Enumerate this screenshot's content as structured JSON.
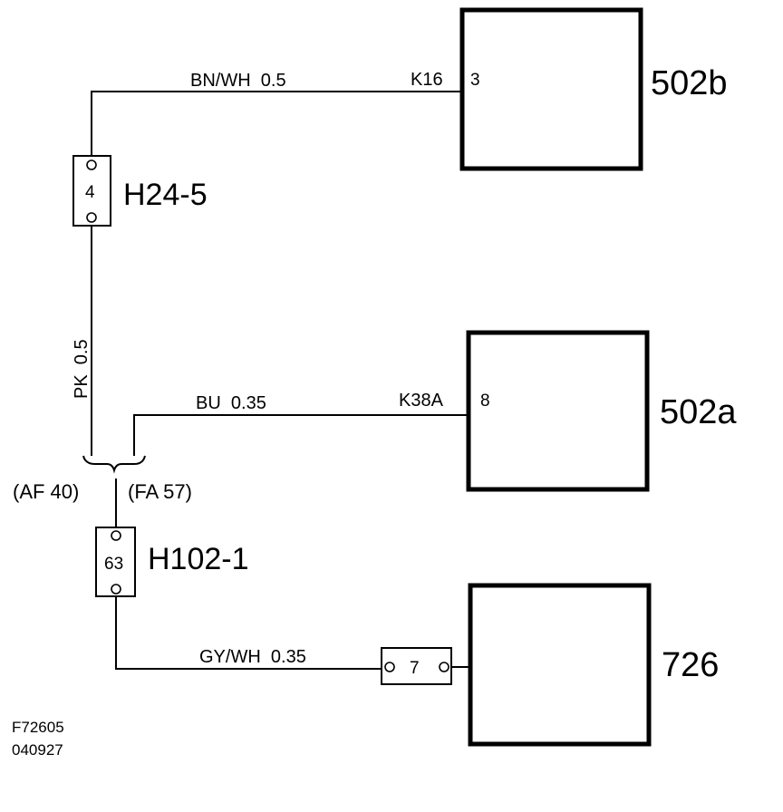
{
  "components": {
    "c502b": {
      "label": "502b"
    },
    "c502a": {
      "label": "502a"
    },
    "c726": {
      "label": "726"
    }
  },
  "connectors": {
    "h24": {
      "label": "H24-5",
      "pin": "4"
    },
    "h102": {
      "label": "H102-1",
      "pin": "63"
    },
    "c7": {
      "pin": "7"
    }
  },
  "wires": {
    "w1": {
      "label": "BN/WH  0.5",
      "terminal": "K16",
      "pin": "3"
    },
    "w2": {
      "label": "PK  0.5"
    },
    "w3": {
      "label": "BU  0.35",
      "terminal": "K38A",
      "pin": "8"
    },
    "w4": {
      "label": "GY/WH  0.35"
    }
  },
  "splice": {
    "left": "(AF 40)",
    "right": "(FA 57)"
  },
  "footer": {
    "line1": "F72605",
    "line2": "040927"
  }
}
